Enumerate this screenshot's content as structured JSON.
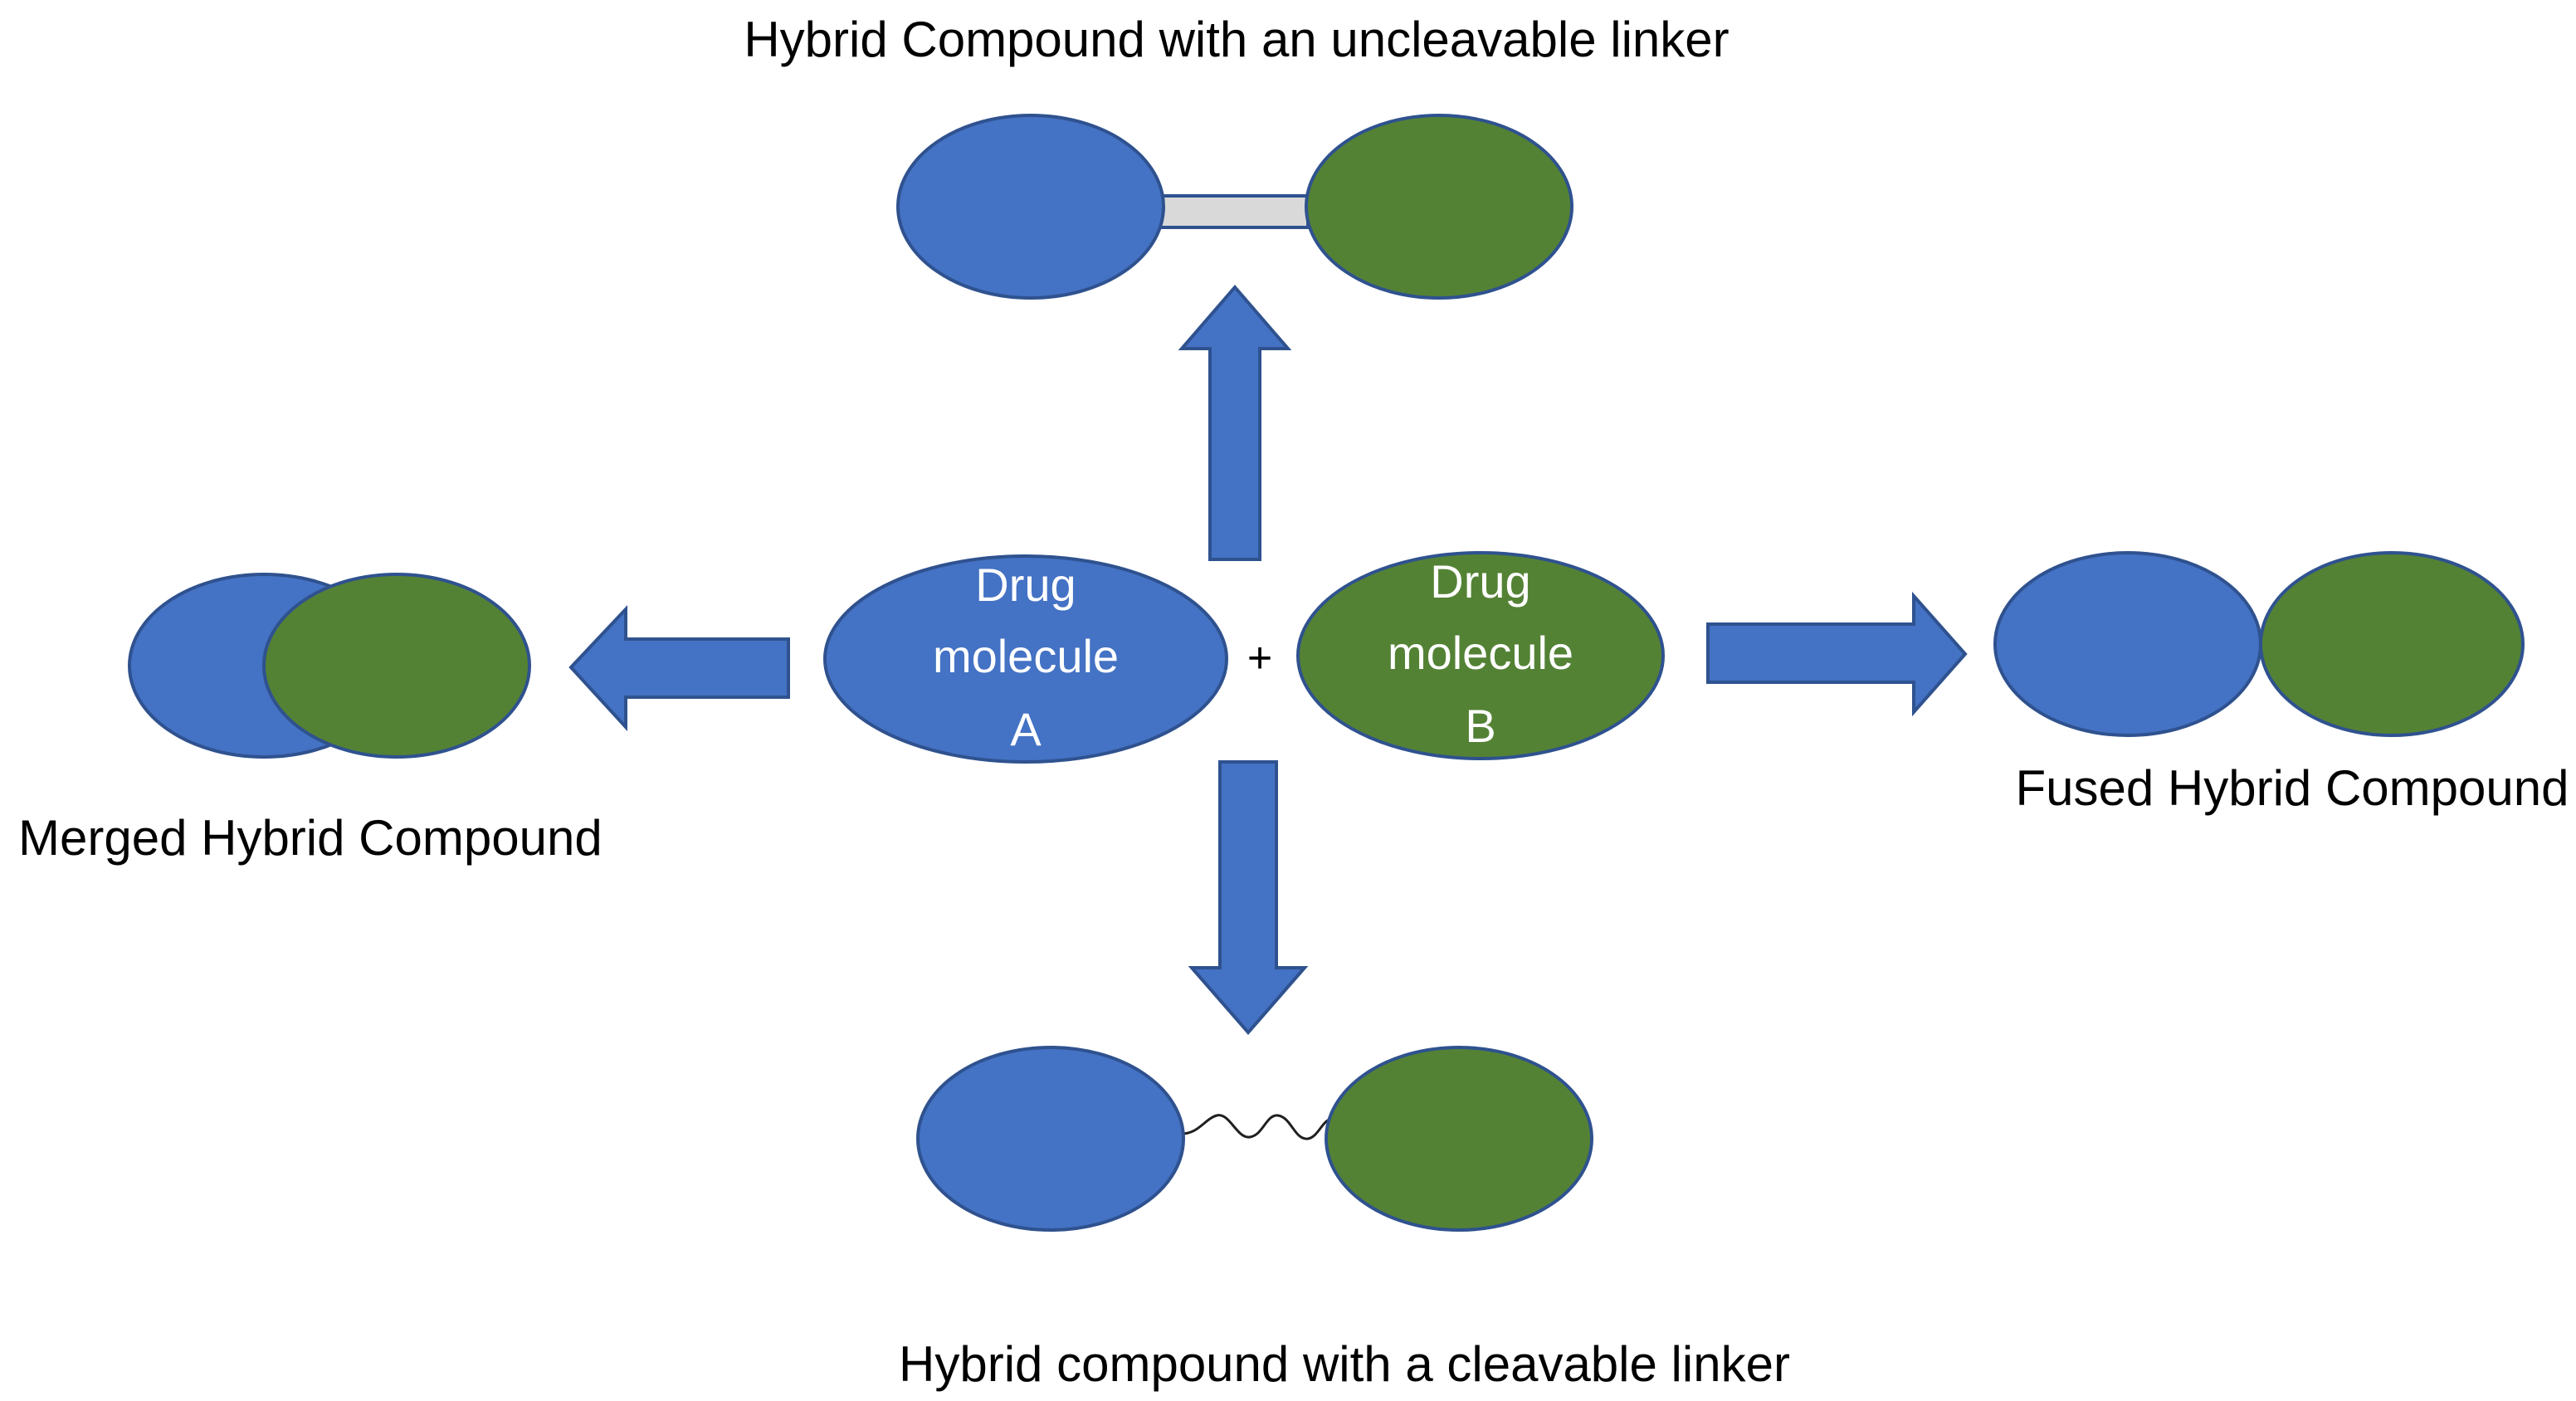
{
  "colors": {
    "drug_a_fill": "#4472c4",
    "drug_b_fill": "#548235",
    "arrow_fill": "#4472c4",
    "outline": "#2f528f",
    "linker_fill": "#d9d9d9",
    "text": "#000000",
    "inner_text": "#ffffff"
  },
  "center": {
    "drug_a": {
      "line1": "Drug",
      "line2": "molecule",
      "line3": "A"
    },
    "plus": "+",
    "drug_b": {
      "line1": "Drug",
      "line2": "molecule",
      "line3": "B"
    }
  },
  "labels": {
    "uncleavable": "Hybrid Compound with an uncleavable linker",
    "merged": "Merged Hybrid Compound",
    "fused": "Fused Hybrid Compound",
    "cleavable": "Hybrid compound with a cleavable linker"
  }
}
